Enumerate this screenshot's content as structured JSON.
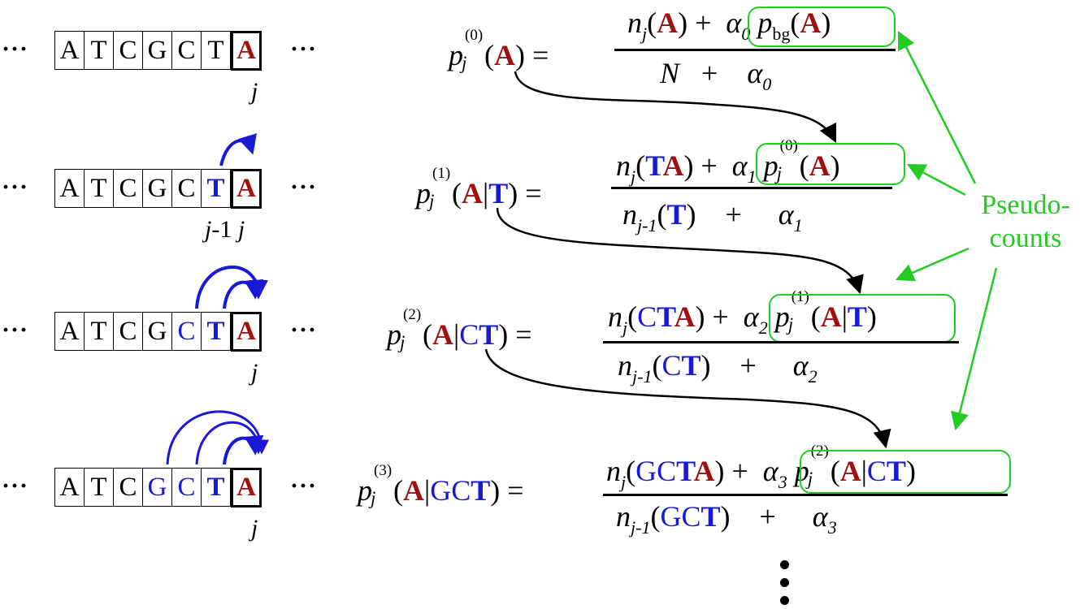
{
  "rows": [
    {
      "seq": [
        "A",
        "T",
        "C",
        "G",
        "C",
        "T",
        "A"
      ],
      "context_count": 0,
      "position_label": "j",
      "lhs": {
        "order": "(0)",
        "symbol": "A",
        "context": ""
      },
      "num": {
        "count_sym": "A",
        "ctx": "",
        "alpha": "0",
        "prior": "bg"
      },
      "den": {
        "count_ctx": "",
        "N": "N",
        "alpha": "0"
      }
    },
    {
      "seq": [
        "A",
        "T",
        "C",
        "G",
        "C",
        "T",
        "A"
      ],
      "context_count": 1,
      "position_label": "j-1 j",
      "lhs": {
        "order": "(1)",
        "symbol": "A",
        "context": "T"
      },
      "num": {
        "ctx": "T",
        "sym": "A",
        "alpha": "1",
        "prior_order": "(0)",
        "prior_sym": "A",
        "prior_ctx": ""
      },
      "den": {
        "ctx": "T",
        "alpha": "1"
      }
    },
    {
      "seq": [
        "A",
        "T",
        "C",
        "G",
        "C",
        "T",
        "A"
      ],
      "context_count": 2,
      "position_label": "j",
      "lhs": {
        "order": "(2)",
        "symbol": "A",
        "context": "CT"
      },
      "num": {
        "ctx": "CT",
        "sym": "A",
        "alpha": "2",
        "prior_order": "(1)",
        "prior_sym": "A",
        "prior_ctx": "T"
      },
      "den": {
        "ctx": "CT",
        "alpha": "2"
      }
    },
    {
      "seq": [
        "A",
        "T",
        "C",
        "G",
        "C",
        "T",
        "A"
      ],
      "context_count": 3,
      "position_label": "j",
      "lhs": {
        "order": "(3)",
        "symbol": "A",
        "context": "GCT"
      },
      "num": {
        "ctx": "GCT",
        "sym": "A",
        "alpha": "3",
        "prior_order": "(2)",
        "prior_sym": "A",
        "prior_ctx": "CT"
      },
      "den": {
        "ctx": "GCT",
        "alpha": "3"
      }
    }
  ],
  "ellipsis": "···",
  "pseudocounts_label": [
    "Pseudo-",
    "counts"
  ],
  "vertical_ellipsis": "⋮",
  "colors": {
    "target": "#a01010",
    "context": "#1a1ad6",
    "pseudocount": "#22cc22",
    "text": "#000000"
  }
}
